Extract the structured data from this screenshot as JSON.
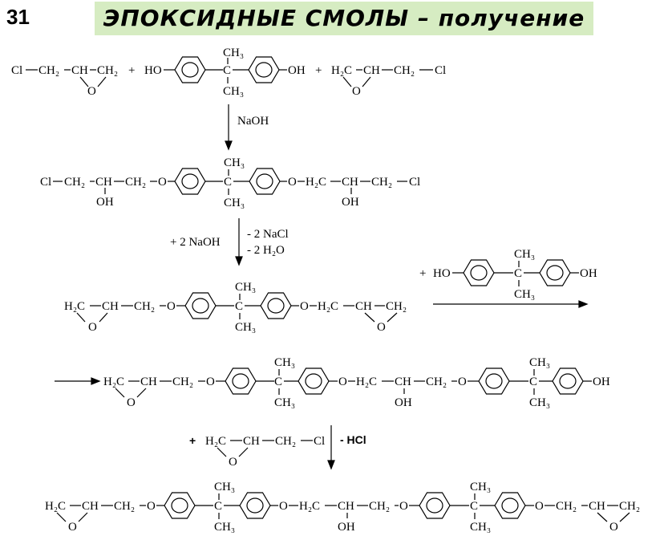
{
  "slide": {
    "number": "31",
    "title": "ЭПОКСИДНЫЕ СМОЛЫ – получение"
  },
  "labels": {
    "cl": "Cl",
    "ch2": "CH₂",
    "ch": "CH",
    "h2c": "H₂C",
    "ho": "HO",
    "oh": "OH",
    "o": "O",
    "c": "C",
    "ch3": "CH₃",
    "plus": "+"
  },
  "conditions": {
    "step1": "NaOH",
    "step2_left": "+ 2 NaOH",
    "step2_right_1": "- 2 NaCl",
    "step2_right_2": "- 2 H₂O",
    "step3_reagent_plus": "+",
    "step4_plus": "+",
    "step4_loss": "- HCl"
  }
}
